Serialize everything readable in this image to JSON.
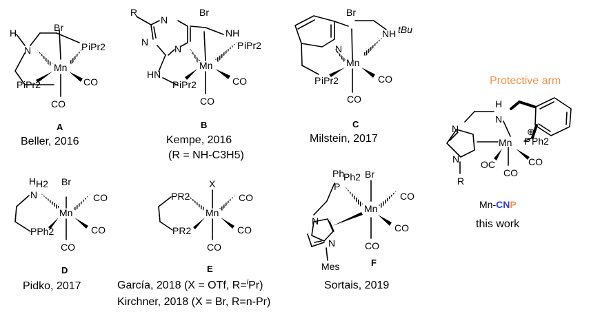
{
  "colors": {
    "accent_orange": "#F4914B",
    "accent_blue": "#2E3FCC",
    "text": "#000000"
  },
  "complexes": [
    {
      "letter": "A",
      "caption": "Beller, 2016",
      "atoms": [
        "H",
        "Br",
        "N",
        "Mn",
        "P",
        "iPr2",
        "P",
        "iPr2",
        "CO",
        "CO"
      ]
    },
    {
      "letter": "B",
      "caption": "Kempe, 2016",
      "caption2": "(R = NH-C3H5)",
      "atoms": [
        "R",
        "N",
        "N",
        "N",
        "Br",
        "NH",
        "P",
        "iPr2",
        "HN",
        "Mn",
        "P",
        "iPr2",
        "CO",
        "CO"
      ]
    },
    {
      "letter": "C",
      "caption": "Milstein, 2017",
      "atoms": [
        "Br",
        "N",
        "NH",
        "tBu",
        "Mn",
        "P",
        "iPr2",
        "CO",
        "CO"
      ]
    },
    {
      "letter": "D",
      "caption": "Pidko, 2017",
      "atoms": [
        "H2",
        "N",
        "Br",
        "Mn",
        "CO",
        "PPh2",
        "CO",
        "CO"
      ]
    },
    {
      "letter": "E",
      "caption": "García, 2018 (X = OTf, R=",
      "caption_sup": "i",
      "caption_end": "Pr)",
      "caption2": "Kirchner, 2018 (X = Br, R=n-Pr)",
      "atoms": [
        "X",
        "PR2",
        "Mn",
        "CO",
        "PR2",
        "CO",
        "CO"
      ]
    },
    {
      "letter": "F",
      "caption": "Sortais, 2019",
      "atoms": [
        "Ph2",
        "P",
        "Br",
        "Mn",
        "CO",
        "N",
        "CO",
        "N",
        "CO",
        "Mes"
      ]
    }
  ],
  "this_work": {
    "annotation": "Protective arm",
    "atoms": [
      "H",
      "N",
      "N",
      "⊕",
      "Mn",
      "P",
      "Ph2",
      "N",
      "OC",
      "CO",
      "CO",
      "R"
    ],
    "label_prefix": "Mn-",
    "label_c": "C",
    "label_n": "N",
    "label_p": "P",
    "subtitle": "this work"
  }
}
